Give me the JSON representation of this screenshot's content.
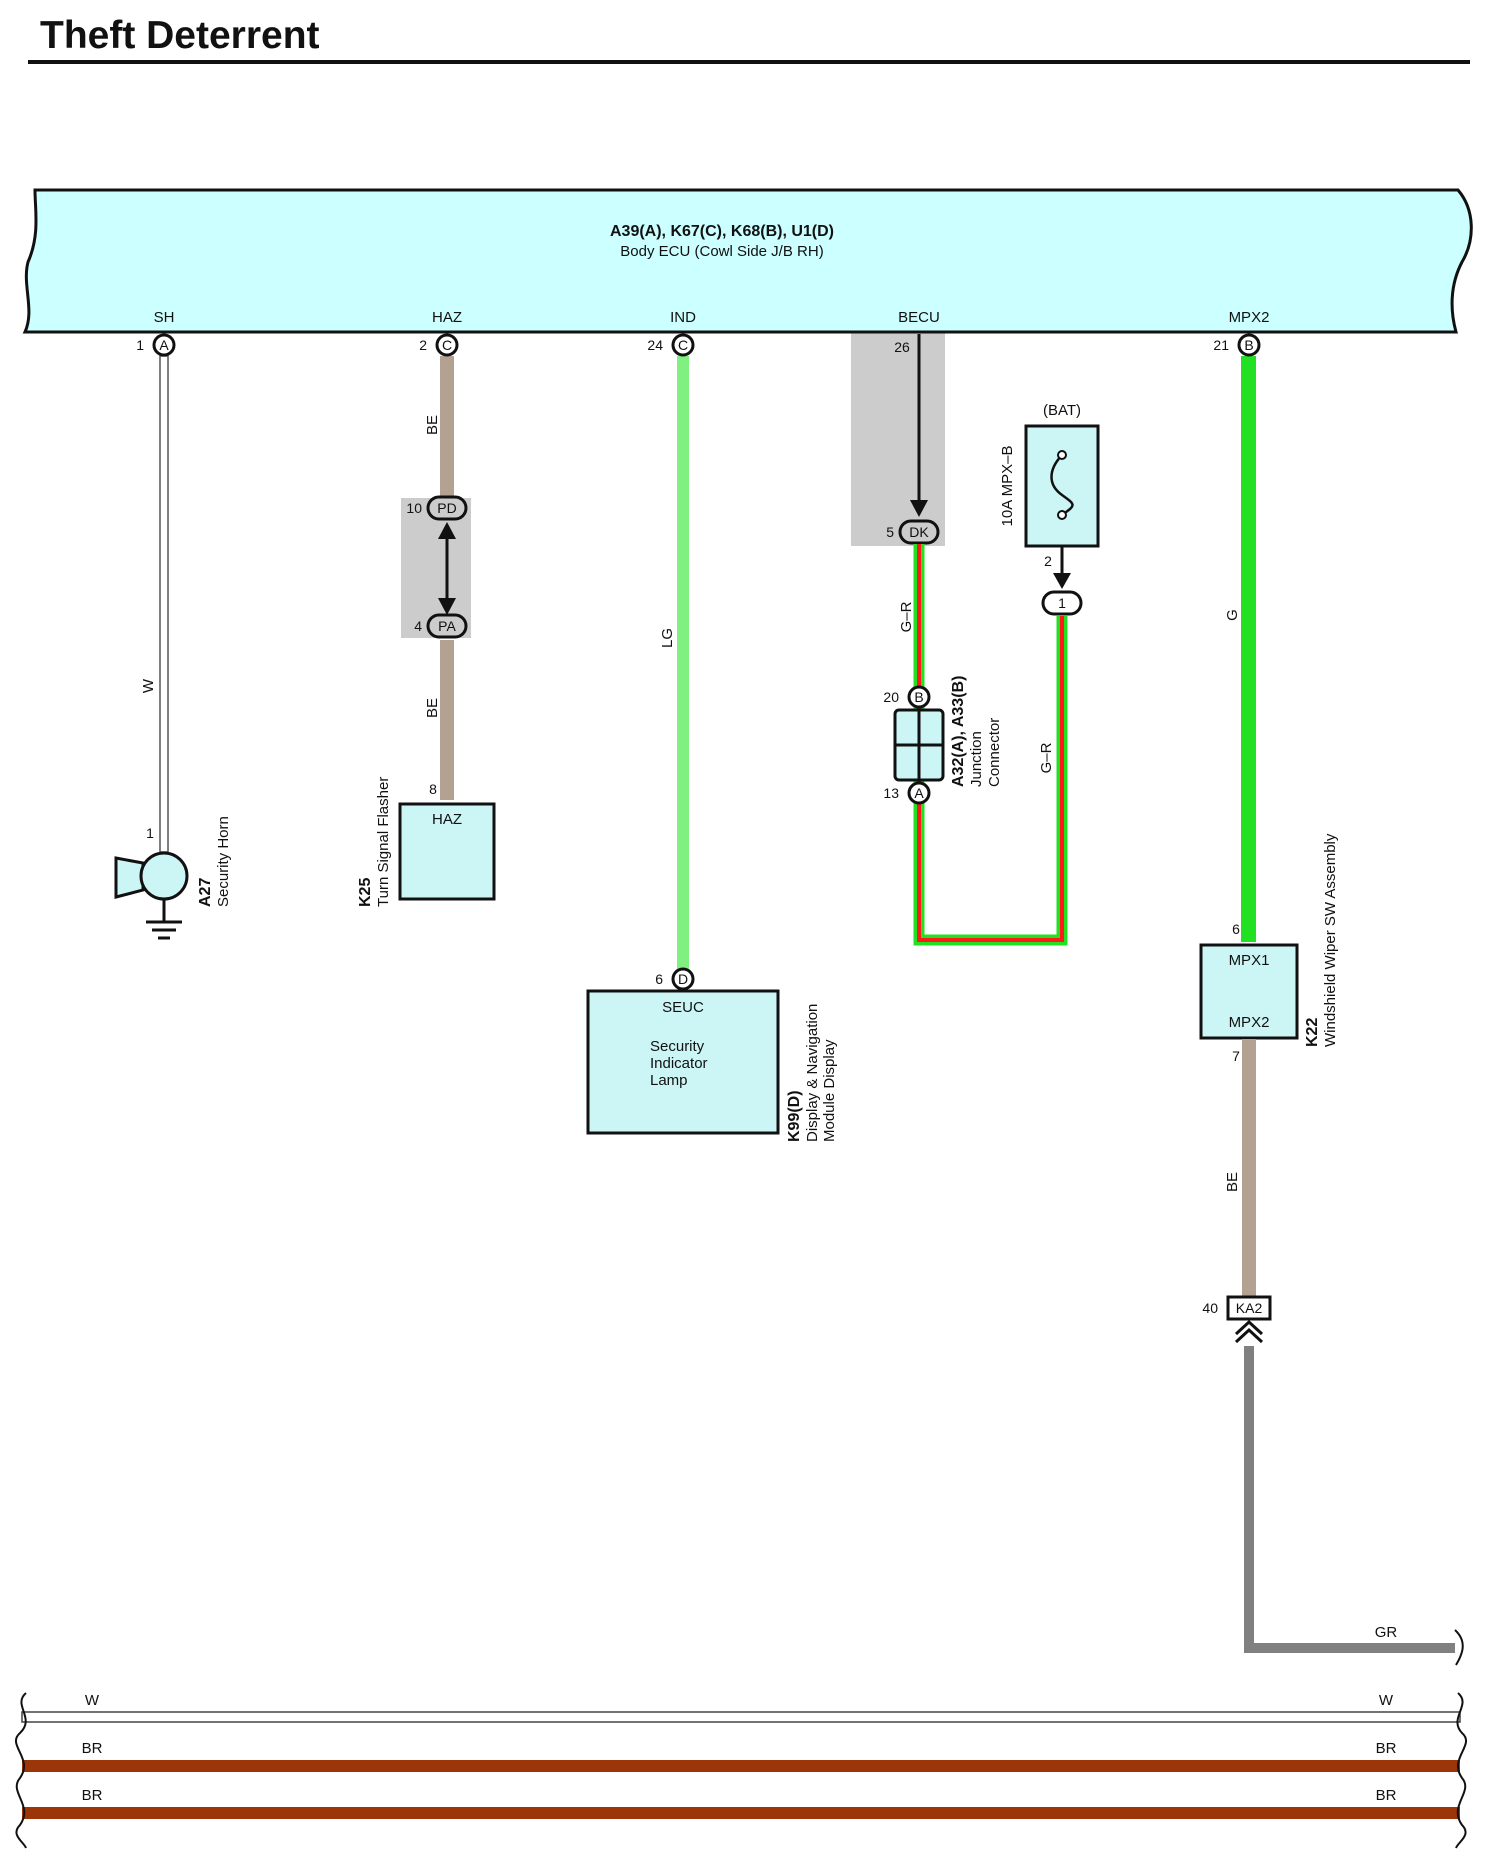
{
  "title": "Theft Deterrent",
  "ecu": {
    "codes": "A39(A), K67(C), K68(B), U1(D)",
    "name": "Body ECU (Cowl Side J/B RH)",
    "terminals": [
      {
        "name": "SH",
        "pin": "1",
        "conn": "A"
      },
      {
        "name": "HAZ",
        "pin": "2",
        "conn": "C"
      },
      {
        "name": "IND",
        "pin": "24",
        "conn": "C"
      },
      {
        "name": "BECU",
        "pin": "26",
        "conn": ""
      },
      {
        "name": "MPX2",
        "pin": "21",
        "conn": "B"
      }
    ]
  },
  "wires": {
    "sh": "W",
    "haz_upper": "BE",
    "haz_lower": "BE",
    "ind": "LG",
    "becu": "G–R",
    "bat": "G–R",
    "mpx_upper": "G",
    "mpx_lower": "BE",
    "ground": "GR"
  },
  "inline_connectors": {
    "pd": {
      "pin": "10",
      "label": "PD"
    },
    "pa": {
      "pin": "4",
      "label": "PA"
    },
    "dk": {
      "pin": "5",
      "label": "DK"
    },
    "bat_one": {
      "label": "1"
    },
    "ka2": {
      "pin": "40",
      "label": "KA2"
    }
  },
  "fuse": {
    "source": "(BAT)",
    "label": "10A MPX–B",
    "out_pin": "2"
  },
  "junction": {
    "codes": "A32(A), A33(B)",
    "name_line1": "Junction",
    "name_line2": "Connector",
    "top_pin": "20",
    "top_conn": "B",
    "bottom_pin": "13",
    "bottom_conn": "A"
  },
  "components": {
    "horn": {
      "code": "A27",
      "name": "Security Horn",
      "pin": "1"
    },
    "flasher": {
      "code": "K25",
      "name": "Turn Signal Flasher",
      "pin": "8",
      "terminal": "HAZ"
    },
    "display": {
      "code": "K99(D)",
      "name_line1": "Display & Navigation",
      "name_line2": "Module Display",
      "pin": "6",
      "conn": "D",
      "terminal": "SEUC",
      "desc_line1": "Security",
      "desc_line2": "Indicator",
      "desc_line3": "Lamp"
    },
    "wiper": {
      "code": "K22",
      "name": "Windshield Wiper SW Assembly",
      "pin_top": "6",
      "pin_bottom": "7",
      "terminal_top": "MPX1",
      "terminal_bottom": "MPX2"
    }
  },
  "bus_lines": [
    {
      "left": "W",
      "right": "W",
      "color": "#ffffff"
    },
    {
      "left": "BR",
      "right": "BR",
      "color": "#9c3608"
    },
    {
      "left": "BR",
      "right": "BR",
      "color": "#9c3608"
    }
  ],
  "colors": {
    "ecu_fill": "#ccffff",
    "comp_fill": "#ccf5f5",
    "tan": "#b3a292",
    "light_green": "#80f080",
    "green": "#22e022",
    "red": "#ff1a1a",
    "gray_wire": "#808080",
    "brown": "#9c3608",
    "shade": "#cccccc"
  }
}
